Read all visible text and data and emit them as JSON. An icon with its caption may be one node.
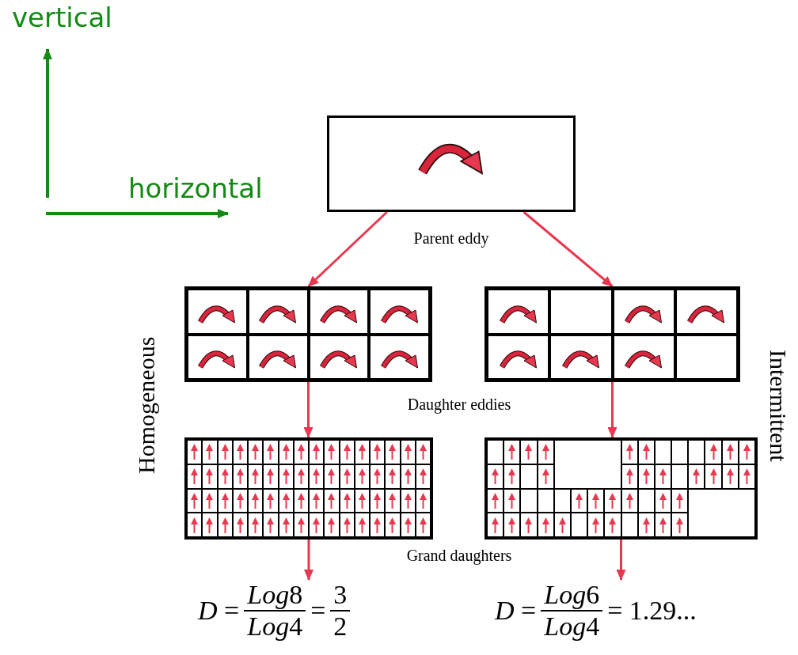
{
  "diagram": {
    "nodes": [
      {
        "text": [],
        "shape": "box",
        "beside": [
          "Parent eddy"
        ]
      },
      {
        "text": [],
        "shape": "box"
      },
      {
        "text": [],
        "shape": "box"
      },
      {
        "text": [],
        "shape": "box"
      },
      {
        "text": [],
        "shape": "box"
      },
      {
        "text": [
          "D =",
          "Log8",
          "Log4",
          "=",
          "3",
          "2"
        ]
      },
      {
        "text": [
          "D =",
          "Log6",
          "Log4",
          "= 1.29..."
        ]
      }
    ],
    "edges": [
      {
        "from": 0,
        "to": 1,
        "arrow": "to"
      },
      {
        "from": 0,
        "to": 2,
        "arrow": "to"
      },
      {
        "from": 1,
        "to": 3,
        "arrow": "to"
      },
      {
        "from": 2,
        "to": 4,
        "arrow": "to"
      },
      {
        "from": 3,
        "to": 5,
        "arrow": "to"
      },
      {
        "from": 4,
        "to": 6,
        "arrow": "to"
      }
    ],
    "labels": [
      "vertical",
      "horizontal",
      "Homogeneous",
      "Daughter eddies",
      "Intermittent",
      "Grand daughters"
    ]
  }
}
